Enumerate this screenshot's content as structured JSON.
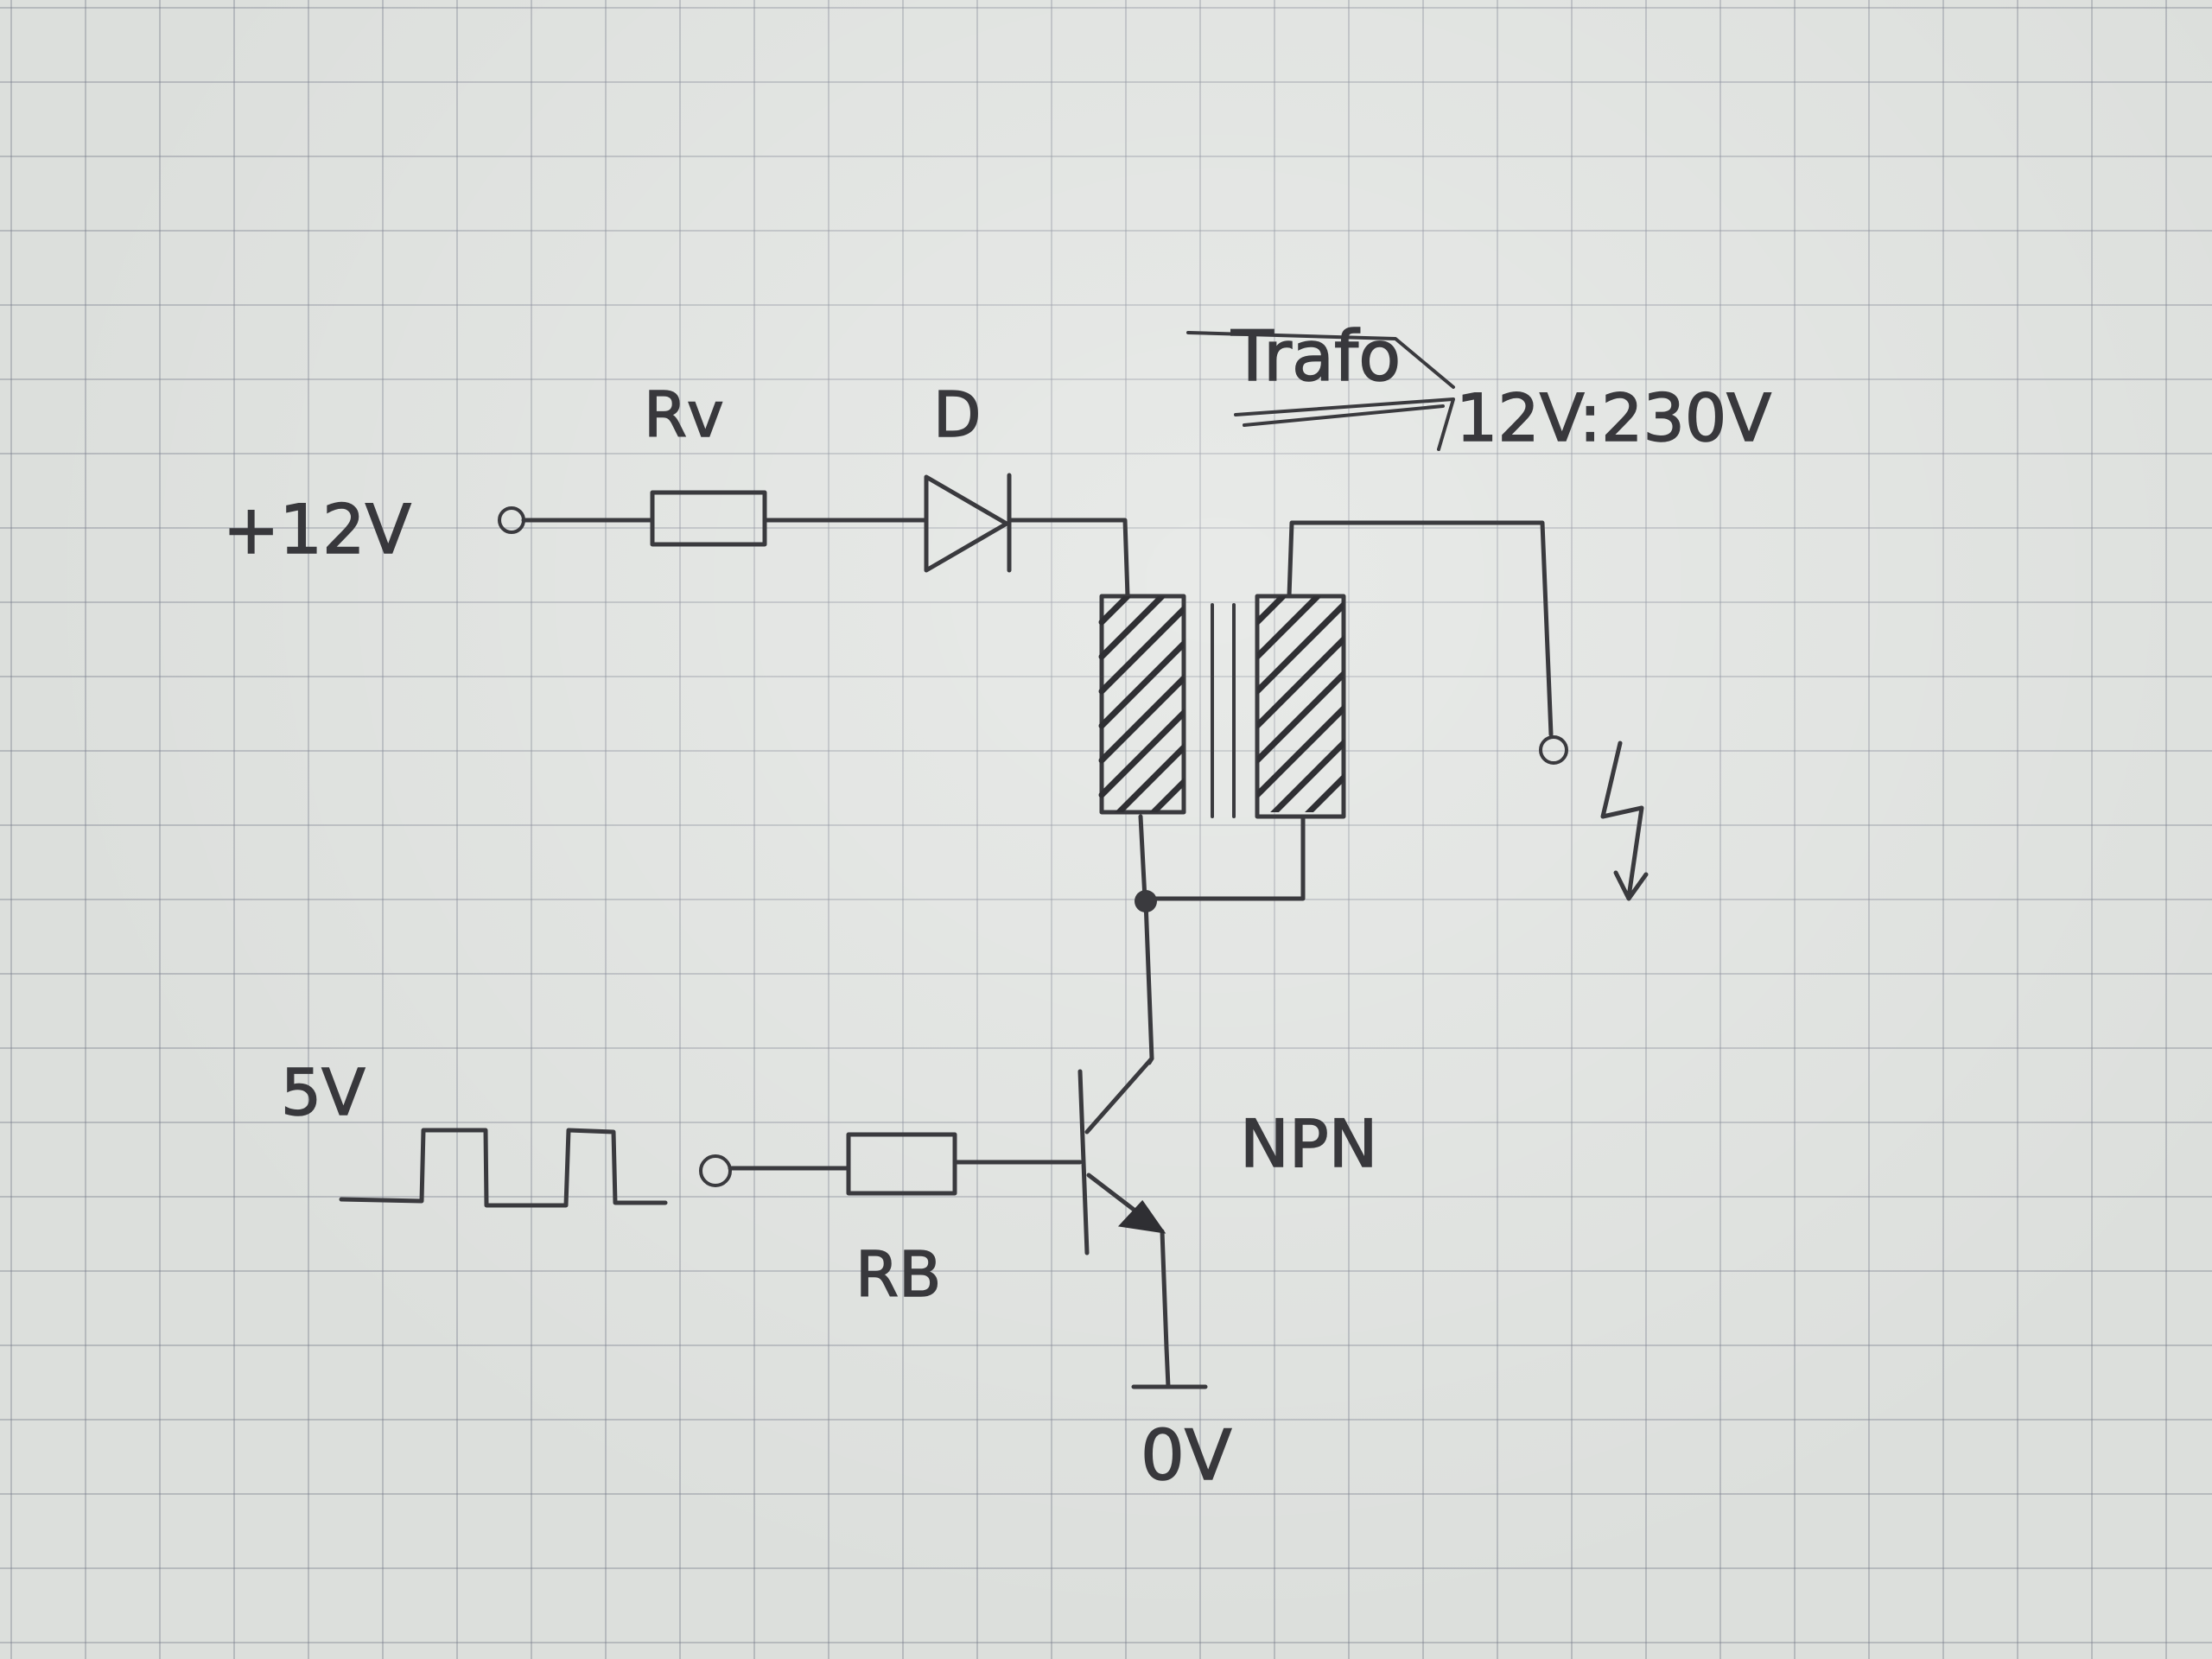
{
  "labels": {
    "supply": "+12V",
    "resistor_v": "Rv",
    "diode": "D",
    "trafo": "Trafo",
    "trafo_ratio": "12V:230V",
    "pulse_amplitude": "5V",
    "resistor_b": "RB",
    "transistor": "NPN",
    "ground": "0V"
  },
  "colors": {
    "ink": "#3a3a3e",
    "paper": "#dcdfdc",
    "grid": "#787d8c"
  },
  "icons": {
    "output": "lightning-icon"
  }
}
